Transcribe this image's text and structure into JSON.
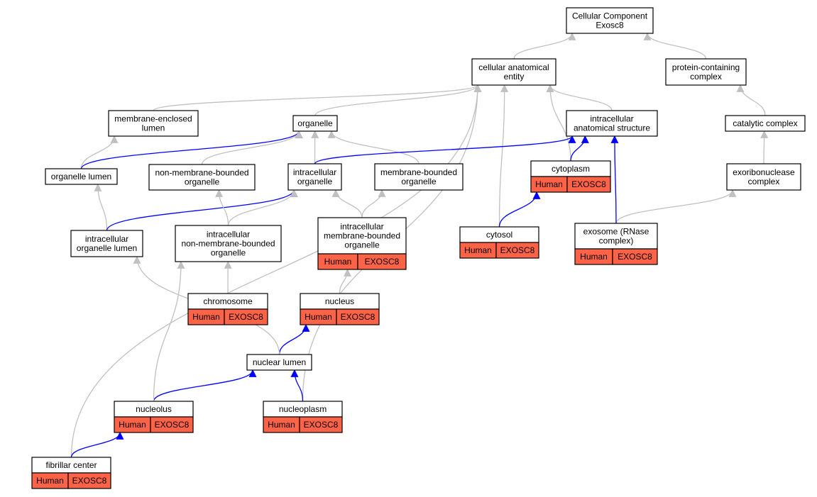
{
  "colors": {
    "gray_edge": "#c0c0c0",
    "blue_edge": "#0000ff",
    "annotation_fill": "#ff6347",
    "node_border": "#000000"
  },
  "annotation": {
    "species": "Human",
    "gene": "EXOSC8"
  },
  "nodes": [
    {
      "id": "root",
      "lines": [
        "Cellular Component",
        "Exosc8"
      ],
      "annotated": false
    },
    {
      "id": "cellular_anatomical_entity",
      "lines": [
        "cellular anatomical",
        "entity"
      ],
      "annotated": false
    },
    {
      "id": "protein_containing_complex",
      "lines": [
        "protein-containing",
        "complex"
      ],
      "annotated": false
    },
    {
      "id": "membrane_enclosed_lumen",
      "lines": [
        "membrane-enclosed",
        "lumen"
      ],
      "annotated": false
    },
    {
      "id": "organelle",
      "lines": [
        "organelle"
      ],
      "annotated": false
    },
    {
      "id": "intracellular_anatomical_structure",
      "lines": [
        "intracellular",
        "anatomical structure"
      ],
      "annotated": false
    },
    {
      "id": "catalytic_complex",
      "lines": [
        "catalytic complex"
      ],
      "annotated": false
    },
    {
      "id": "organelle_lumen",
      "lines": [
        "organelle lumen"
      ],
      "annotated": false
    },
    {
      "id": "non_membrane_bounded_organelle",
      "lines": [
        "non-membrane-bounded",
        "organelle"
      ],
      "annotated": false
    },
    {
      "id": "intracellular_organelle",
      "lines": [
        "intracellular",
        "organelle"
      ],
      "annotated": false
    },
    {
      "id": "membrane_bounded_organelle",
      "lines": [
        "membrane-bounded",
        "organelle"
      ],
      "annotated": false
    },
    {
      "id": "cytoplasm",
      "lines": [
        "cytoplasm"
      ],
      "annotated": true
    },
    {
      "id": "exoribonuclease_complex",
      "lines": [
        "exoribonuclease",
        "complex"
      ],
      "annotated": false
    },
    {
      "id": "intracellular_organelle_lumen",
      "lines": [
        "intracellular",
        "organelle lumen"
      ],
      "annotated": false
    },
    {
      "id": "intracellular_non_membrane_bounded_organelle",
      "lines": [
        "intracellular",
        "non-membrane-bounded",
        "organelle"
      ],
      "annotated": false
    },
    {
      "id": "intracellular_membrane_bounded_organelle",
      "lines": [
        "intracellular",
        "membrane-bounded",
        "organelle"
      ],
      "annotated": true
    },
    {
      "id": "cytosol",
      "lines": [
        "cytosol"
      ],
      "annotated": true
    },
    {
      "id": "exosome",
      "lines": [
        "exosome (RNase",
        "complex)"
      ],
      "annotated": true
    },
    {
      "id": "chromosome",
      "lines": [
        "chromosome"
      ],
      "annotated": true
    },
    {
      "id": "nucleus",
      "lines": [
        "nucleus"
      ],
      "annotated": true
    },
    {
      "id": "nuclear_lumen",
      "lines": [
        "nuclear lumen"
      ],
      "annotated": false
    },
    {
      "id": "nucleolus",
      "lines": [
        "nucleolus"
      ],
      "annotated": true
    },
    {
      "id": "nucleoplasm",
      "lines": [
        "nucleoplasm"
      ],
      "annotated": true
    },
    {
      "id": "fibrillar_center",
      "lines": [
        "fibrillar center"
      ],
      "annotated": true
    }
  ],
  "edges": [
    {
      "from": "cellular_anatomical_entity",
      "to": "root",
      "kind": "is_a"
    },
    {
      "from": "protein_containing_complex",
      "to": "root",
      "kind": "is_a"
    },
    {
      "from": "membrane_enclosed_lumen",
      "to": "cellular_anatomical_entity",
      "kind": "is_a"
    },
    {
      "from": "organelle",
      "to": "cellular_anatomical_entity",
      "kind": "is_a"
    },
    {
      "from": "intracellular_anatomical_structure",
      "to": "cellular_anatomical_entity",
      "kind": "is_a"
    },
    {
      "from": "cytosol",
      "to": "cellular_anatomical_entity",
      "kind": "is_a"
    },
    {
      "from": "cytoplasm",
      "to": "cellular_anatomical_entity",
      "kind": "is_a"
    },
    {
      "from": "nucleoplasm",
      "to": "cellular_anatomical_entity",
      "kind": "is_a"
    },
    {
      "from": "fibrillar_center",
      "to": "cellular_anatomical_entity",
      "kind": "is_a"
    },
    {
      "from": "catalytic_complex",
      "to": "protein_containing_complex",
      "kind": "is_a"
    },
    {
      "from": "exoribonuclease_complex",
      "to": "catalytic_complex",
      "kind": "is_a"
    },
    {
      "from": "exosome",
      "to": "exoribonuclease_complex",
      "kind": "is_a"
    },
    {
      "from": "organelle_lumen",
      "to": "membrane_enclosed_lumen",
      "kind": "is_a"
    },
    {
      "from": "organelle_lumen",
      "to": "organelle",
      "kind": "part_of"
    },
    {
      "from": "non_membrane_bounded_organelle",
      "to": "organelle",
      "kind": "is_a"
    },
    {
      "from": "intracellular_organelle",
      "to": "organelle",
      "kind": "is_a"
    },
    {
      "from": "membrane_bounded_organelle",
      "to": "organelle",
      "kind": "is_a"
    },
    {
      "from": "intracellular_organelle",
      "to": "intracellular_anatomical_structure",
      "kind": "part_of"
    },
    {
      "from": "cytoplasm",
      "to": "intracellular_anatomical_structure",
      "kind": "part_of"
    },
    {
      "from": "exosome",
      "to": "intracellular_anatomical_structure",
      "kind": "part_of"
    },
    {
      "from": "cytosol",
      "to": "cytoplasm",
      "kind": "part_of"
    },
    {
      "from": "intracellular_organelle_lumen",
      "to": "organelle_lumen",
      "kind": "is_a"
    },
    {
      "from": "intracellular_organelle_lumen",
      "to": "intracellular_organelle",
      "kind": "part_of"
    },
    {
      "from": "intracellular_non_membrane_bounded_organelle",
      "to": "non_membrane_bounded_organelle",
      "kind": "is_a"
    },
    {
      "from": "intracellular_non_membrane_bounded_organelle",
      "to": "intracellular_organelle",
      "kind": "is_a"
    },
    {
      "from": "intracellular_membrane_bounded_organelle",
      "to": "intracellular_organelle",
      "kind": "is_a"
    },
    {
      "from": "intracellular_membrane_bounded_organelle",
      "to": "membrane_bounded_organelle",
      "kind": "is_a"
    },
    {
      "from": "chromosome",
      "to": "intracellular_non_membrane_bounded_organelle",
      "kind": "is_a"
    },
    {
      "from": "nucleus",
      "to": "intracellular_membrane_bounded_organelle",
      "kind": "is_a"
    },
    {
      "from": "nuclear_lumen",
      "to": "nucleus",
      "kind": "part_of"
    },
    {
      "from": "nuclear_lumen",
      "to": "intracellular_organelle_lumen",
      "kind": "is_a"
    },
    {
      "from": "nucleolus",
      "to": "nuclear_lumen",
      "kind": "part_of"
    },
    {
      "from": "nucleolus",
      "to": "intracellular_non_membrane_bounded_organelle",
      "kind": "is_a"
    },
    {
      "from": "nucleoplasm",
      "to": "nuclear_lumen",
      "kind": "part_of"
    },
    {
      "from": "fibrillar_center",
      "to": "nucleolus",
      "kind": "part_of"
    }
  ]
}
